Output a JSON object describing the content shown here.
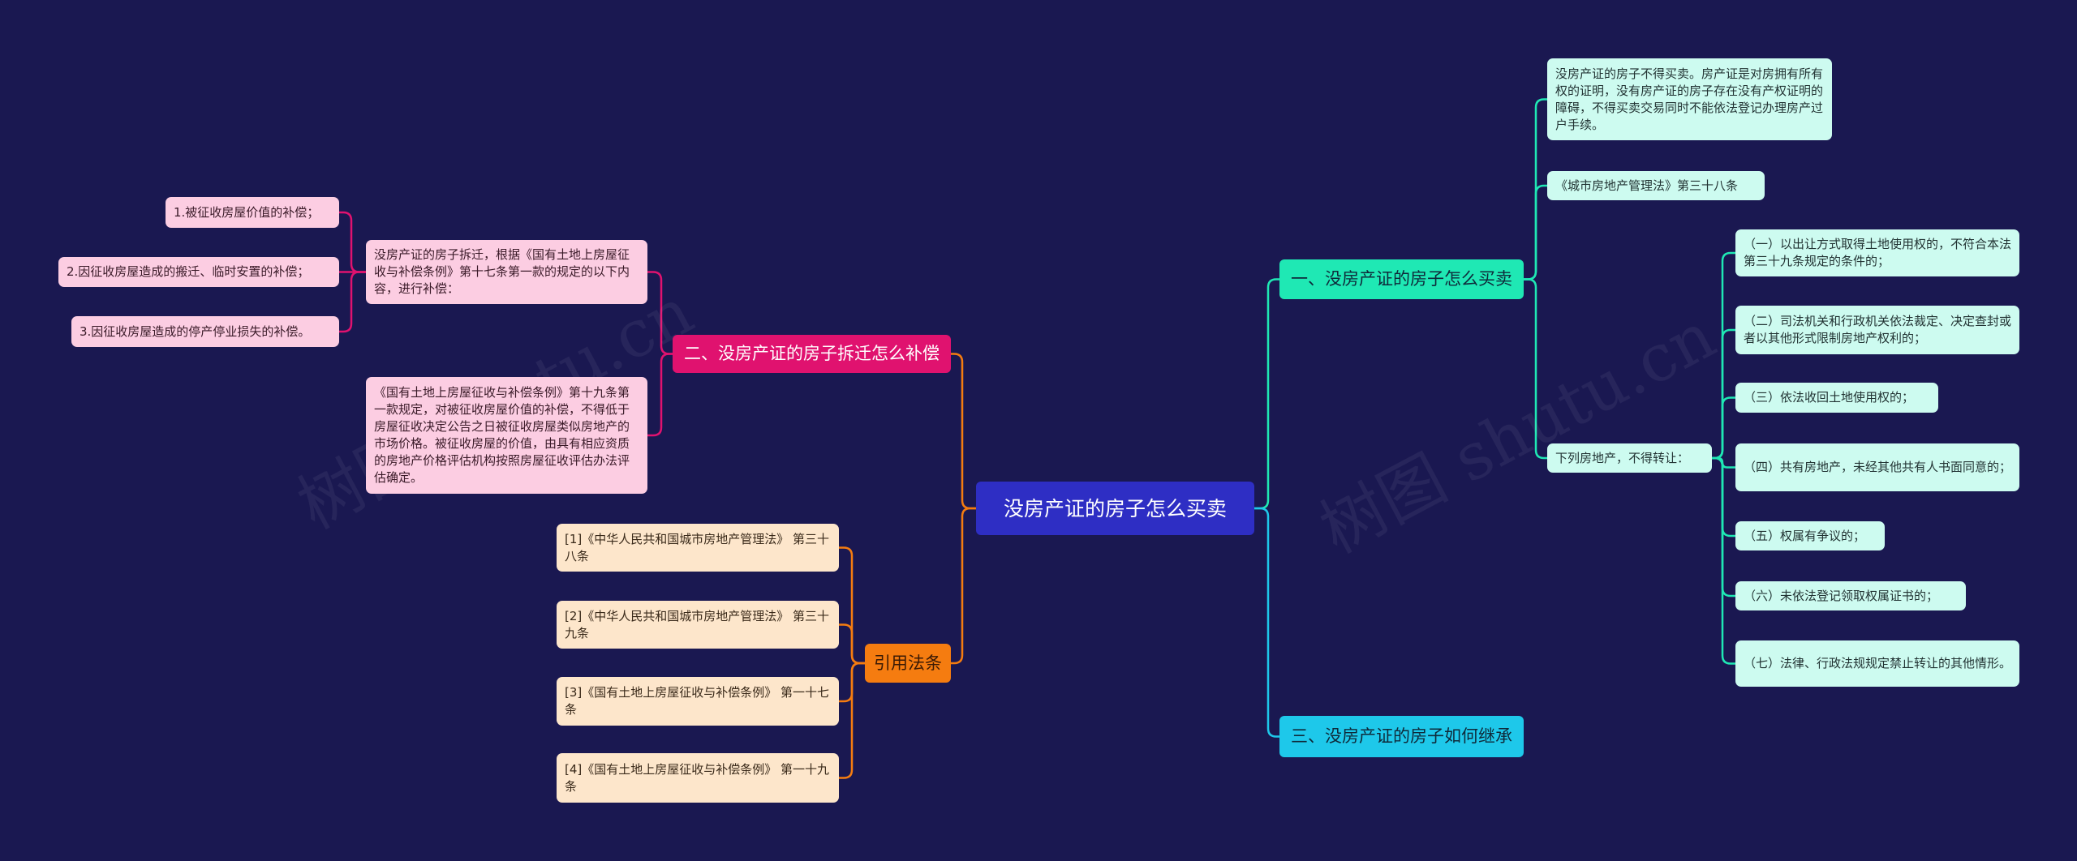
{
  "root": {
    "label": "没房产证的房子怎么买卖"
  },
  "branch1": {
    "label": "一、没房产证的房子怎么买卖",
    "children": [
      "没房产证的房子不得买卖。房产证是对房拥有所有权的证明，没有房产证的房子存在没有产权证明的障碍，不得买卖交易同时不能依法登记办理房产过户手续。",
      "《城市房地产管理法》第三十八条",
      "下列房地产，不得转让："
    ],
    "sub_items": [
      "（一）以出让方式取得土地使用权的，不符合本法第三十九条规定的条件的；",
      "（二）司法机关和行政机关依法裁定、决定查封或者以其他形式限制房地产权利的；",
      "（三）依法收回土地使用权的；",
      "（四）共有房地产，未经其他共有人书面同意的；",
      "（五）权属有争议的；",
      "（六）未依法登记领取权属证书的；",
      "（七）法律、行政法规规定禁止转让的其他情形。"
    ]
  },
  "branch2": {
    "label": "二、没房产证的房子拆迁怎么补偿",
    "children": [
      "没房产证的房子拆迁，根据《国有土地上房屋征收与补偿条例》第十七条第一款的规定的以下内容，进行补偿：",
      "《国有土地上房屋征收与补偿条例》第十九条第一款规定，对被征收房屋价值的补偿，不得低于房屋征收决定公告之日被征收房屋类似房地产的市场价格。被征收房屋的价值，由具有相应资质的房地产价格评估机构按照房屋征收评估办法评估确定。"
    ],
    "sub_items": [
      "1.被征收房屋价值的补偿；",
      "2.因征收房屋造成的搬迁、临时安置的补偿；",
      "3.因征收房屋造成的停产停业损失的补偿。"
    ]
  },
  "branch3": {
    "label": "三、没房产证的房子如何继承"
  },
  "references": {
    "label": "引用法条",
    "items": [
      "[1]《中华人民共和国城市房地产管理法》 第三十八条",
      "[2]《中华人民共和国城市房地产管理法》 第三十九条",
      "[3]《国有土地上房屋征收与补偿条例》 第一十七条",
      "[4]《国有土地上房屋征收与补偿条例》 第一十九条"
    ]
  },
  "watermark": "树图 shutu.cn",
  "colors": {
    "background": "#1a1851",
    "root": "#2e2ec4",
    "branch1": "#1fe8b4",
    "branch2": "#e0126f",
    "branch3": "#1ec8ea",
    "references": "#f57c10"
  }
}
